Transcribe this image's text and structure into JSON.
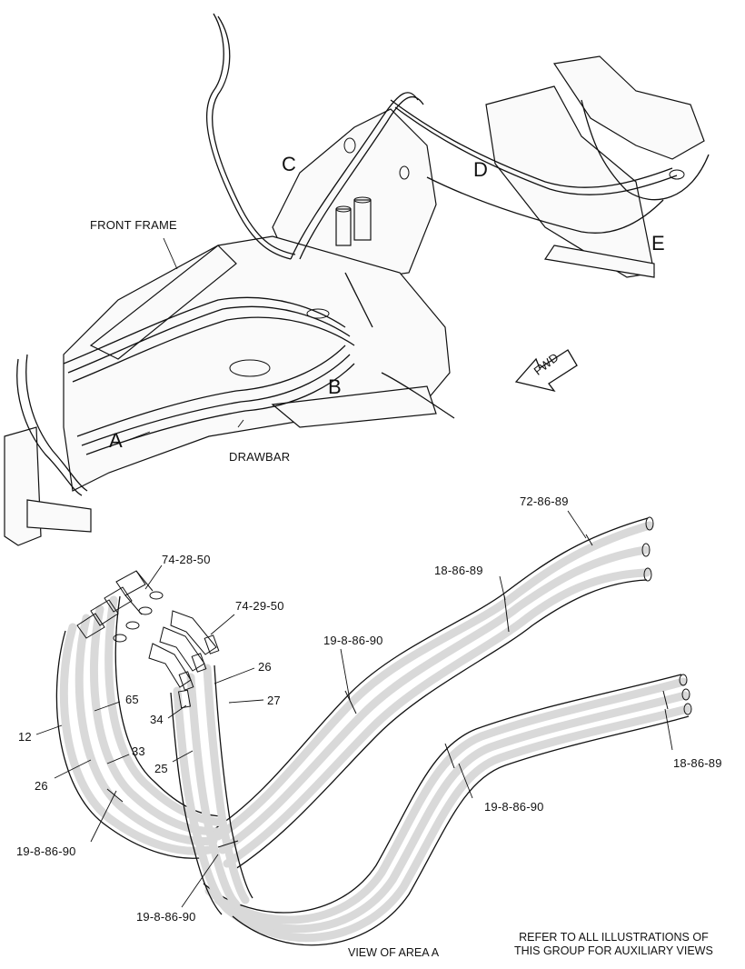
{
  "labels": {
    "area_c": "C",
    "area_d": "D",
    "area_e": "E",
    "area_b": "B",
    "area_a": "A",
    "front_frame": "FRONT FRAME",
    "drawbar": "DRAWBAR",
    "fwd": "FWD"
  },
  "callouts": {
    "c_72_86_89": "72-86-89",
    "c_18_86_89_top": "18-86-89",
    "c_19_8_86_90_mid": "19-8-86-90",
    "c_74_28_50": "74-28-50",
    "c_74_29_50": "74-29-50",
    "c_26_right": "26",
    "c_27": "27",
    "c_65": "65",
    "c_34": "34",
    "c_12": "12",
    "c_33": "33",
    "c_25": "25",
    "c_26_left": "26",
    "c_19_8_86_90_left": "19-8-86-90",
    "c_19_8_86_90_right": "19-8-86-90",
    "c_18_86_89_right": "18-86-89",
    "c_19_8_86_90_bottom": "19-8-86-90"
  },
  "footer": {
    "view_title": "VIEW OF AREA  A",
    "refer_line1": "REFER TO ALL ILLUSTRATIONS OF",
    "refer_line2": "THIS GROUP FOR AUXILIARY VIEWS"
  }
}
